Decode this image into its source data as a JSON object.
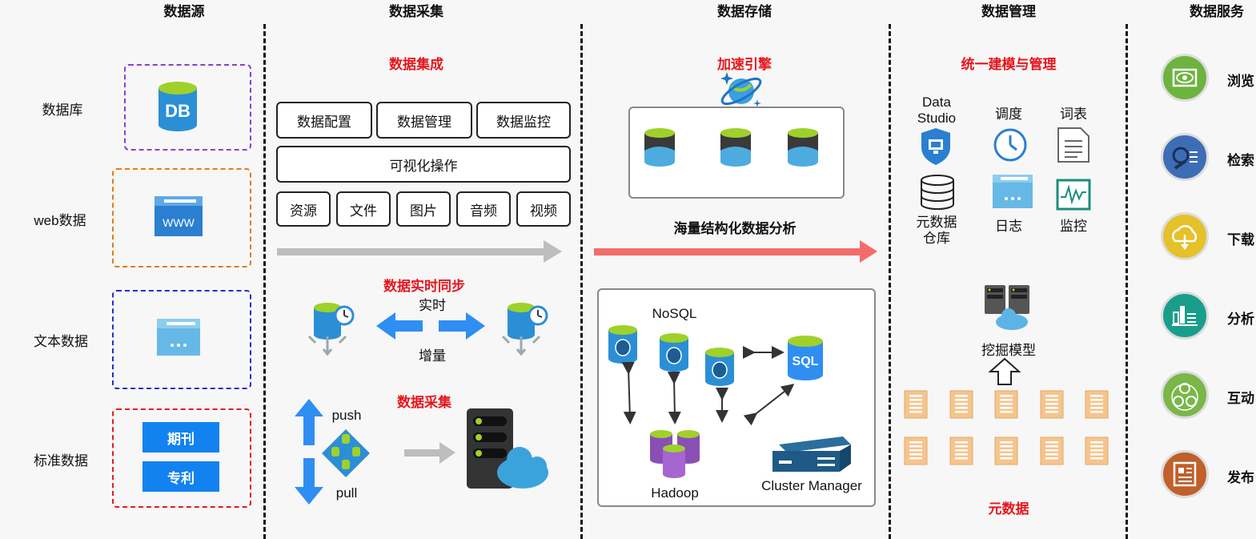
{
  "headers": {
    "sources": "数据源",
    "collection": "数据采集",
    "storage": "数据存储",
    "management": "数据管理",
    "services": "数据服务"
  },
  "sources": [
    {
      "label": "数据库",
      "icon": "database-icon"
    },
    {
      "label": "web数据",
      "icon": "browser-www-icon"
    },
    {
      "label": "文本数据",
      "icon": "browser-window-icon"
    },
    {
      "label": "标准数据",
      "tags": [
        "期刊",
        "专利"
      ]
    }
  ],
  "db_icon_text": "DB",
  "www_icon_text": "WWW",
  "collection": {
    "integration_title": "数据集成",
    "row1": [
      "数据配置",
      "数据管理",
      "数据监控"
    ],
    "visual_op": "可视化操作",
    "row3": [
      "资源",
      "文件",
      "图片",
      "音频",
      "视频"
    ],
    "sync_title": "数据实时同步",
    "realtime": "实时",
    "incremental": "增量",
    "gather_title": "数据采集",
    "push": "push",
    "pull": "pull"
  },
  "storage": {
    "accel_title": "加速引擎",
    "analysis": "海量结构化数据分析",
    "nosql": "NoSQL",
    "sql": "SQL",
    "hadoop": "Hadoop",
    "cluster": "Cluster Manager"
  },
  "management": {
    "title": "统一建模与管理",
    "items": [
      "Data Studio",
      "调度",
      "词表",
      "元数据仓库",
      "日志",
      "监控"
    ],
    "item_lines": {
      "data_studio": [
        "Data",
        "Studio"
      ],
      "warehouse": [
        "元数据",
        "仓库"
      ]
    },
    "mining": "挖掘模型",
    "metadata": "元数据"
  },
  "services": [
    {
      "label": "浏览",
      "color": "#6db33f",
      "icon": "eye-icon"
    },
    {
      "label": "检索",
      "color": "#3d6db5",
      "icon": "search-icon"
    },
    {
      "label": "下载",
      "color": "#e5c12a",
      "icon": "cloud-download-icon"
    },
    {
      "label": "分析",
      "color": "#1a9e8c",
      "icon": "bar-chart-icon"
    },
    {
      "label": "互动",
      "color": "#79b748",
      "icon": "people-icon"
    },
    {
      "label": "发布",
      "color": "#c0602b",
      "icon": "document-icon"
    }
  ],
  "colors": {
    "accent_red": "#e6161d",
    "tag_blue": "#1282f0",
    "arrow_gray": "#bdbdbd",
    "arrow_red": "#f56b6b"
  }
}
